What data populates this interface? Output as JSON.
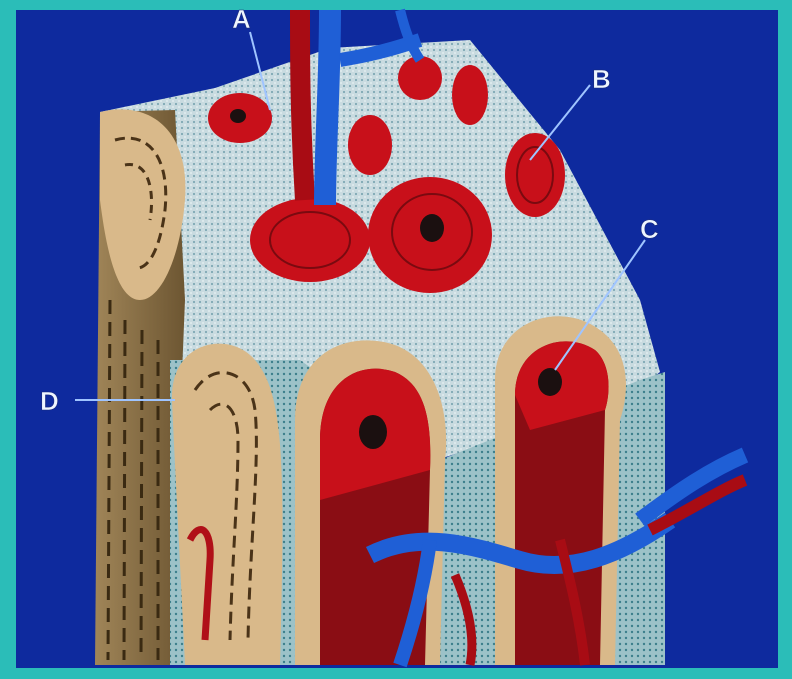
{
  "diagram": {
    "labels": [
      {
        "id": "A",
        "text": "A"
      },
      {
        "id": "B",
        "text": "B"
      },
      {
        "id": "C",
        "text": "C"
      },
      {
        "id": "D",
        "text": "D"
      }
    ],
    "colors": {
      "frame": "#2bbdb8",
      "background": "#0e2a9e",
      "bone_matrix": "#c9dbe0",
      "lamella": "#d9b98a",
      "blood_red": "#c8101a",
      "dark_red": "#8a0d14",
      "vein_blue": "#1f5fd6",
      "leader_line": "#9fc4ff"
    }
  }
}
